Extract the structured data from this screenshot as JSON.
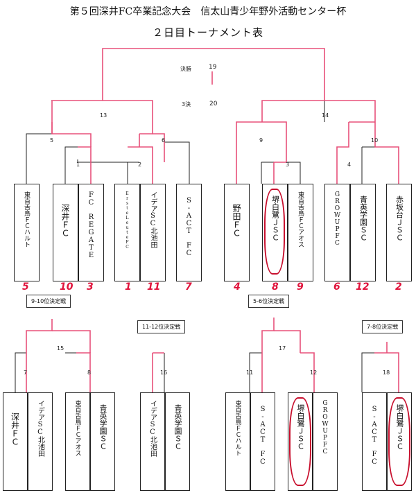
{
  "header": {
    "title": "第５回深井FC卒業記念大会　信太山青少年野外活動センター杯",
    "subtitle": "２日目トーナメント表"
  },
  "matches": {
    "final_label": "決勝",
    "final_no": "19",
    "third_label": "3決",
    "third_no": "20",
    "m1": "1",
    "m2": "2",
    "m3": "3",
    "m4": "4",
    "m5": "5",
    "m6": "6",
    "m9": "9",
    "m10": "10",
    "m13": "13",
    "m14": "14",
    "m7": "7",
    "m8": "8",
    "m15": "15",
    "m16": "16",
    "m11": "11",
    "m12": "12",
    "m17": "17",
    "m18": "18"
  },
  "top_teams": [
    {
      "name": "東百舌鳥ＦＣハルト",
      "seed": "5"
    },
    {
      "name": "深井ＦＣ",
      "seed": "10"
    },
    {
      "name": "FC　REGATE",
      "seed": "3"
    },
    {
      "name": "ErsteLeuteFC",
      "seed": "1"
    },
    {
      "name": "イデアSC北池田",
      "seed": "11"
    },
    {
      "name": "S-ACT　FC",
      "seed": "7"
    },
    {
      "name": "野田ＦＣ",
      "seed": "4"
    },
    {
      "name": "堺白鷺ＪＳＣ",
      "seed": "8"
    },
    {
      "name": "東百舌鳥ＦＣアオス",
      "seed": "9"
    },
    {
      "name": "GROWUPFC",
      "seed": "6"
    },
    {
      "name": "青英学園ＳＣ",
      "seed": "12"
    },
    {
      "name": "赤坂台ＪＳＣ",
      "seed": "2"
    }
  ],
  "placement_labels": {
    "p9_10": "9-10位決定戦",
    "p5_6": "5-6位決定戦",
    "p11_12": "11-12位決定戦",
    "p7_8": "7-8位決定戦"
  },
  "bottom_teams": [
    {
      "name": "深井ＦＣ"
    },
    {
      "name": "イデアSC北池田"
    },
    {
      "name": "東百舌鳥ＦＣアオス"
    },
    {
      "name": "青英学園ＳＣ"
    },
    {
      "name": "イデアSC北池田"
    },
    {
      "name": "青英学園ＳＣ"
    },
    {
      "name": "東百舌鳥ＦＣハルト"
    },
    {
      "name": "S-ACT　FC"
    },
    {
      "name": "堺白鷺ＪＳＣ"
    },
    {
      "name": "GROWUPFC"
    },
    {
      "name": "S-ACT　FC"
    },
    {
      "name": "堺白鷺ＪＳＣ"
    }
  ],
  "colors": {
    "advance_line": "#e8507a",
    "line": "#222222",
    "marker": "#c8102e"
  }
}
